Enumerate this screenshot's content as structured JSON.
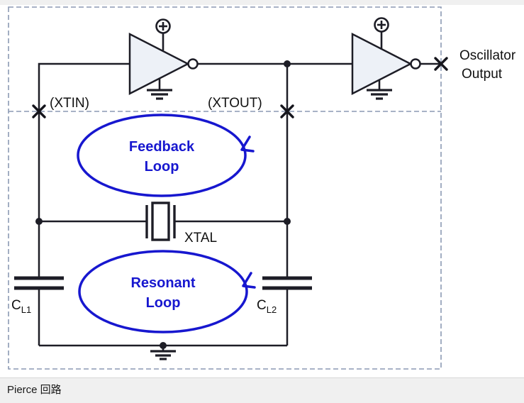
{
  "window": {
    "caption": "Pierce 回路"
  },
  "diagram": {
    "pins": {
      "xtin": "(XTIN)",
      "xtout": "(XTOUT)"
    },
    "crystal": {
      "label": "XTAL"
    },
    "capacitors": {
      "c1_symbol": "C",
      "c1_sub": "L1",
      "c2_symbol": "C",
      "c2_sub": "L2"
    },
    "output": {
      "line1": "Oscillator",
      "line2": "Output"
    },
    "loops": {
      "feedback": {
        "line1": "Feedback",
        "line2": "Loop"
      },
      "resonant": {
        "line1": "Resonant",
        "line2": "Loop"
      }
    }
  },
  "colors": {
    "loop_blue": "#1717cf",
    "wire": "#1d1d26",
    "dashed_border": "#8b99b3",
    "amp_fill": "#edf1f7",
    "caption_bg": "#f0f0f0"
  }
}
